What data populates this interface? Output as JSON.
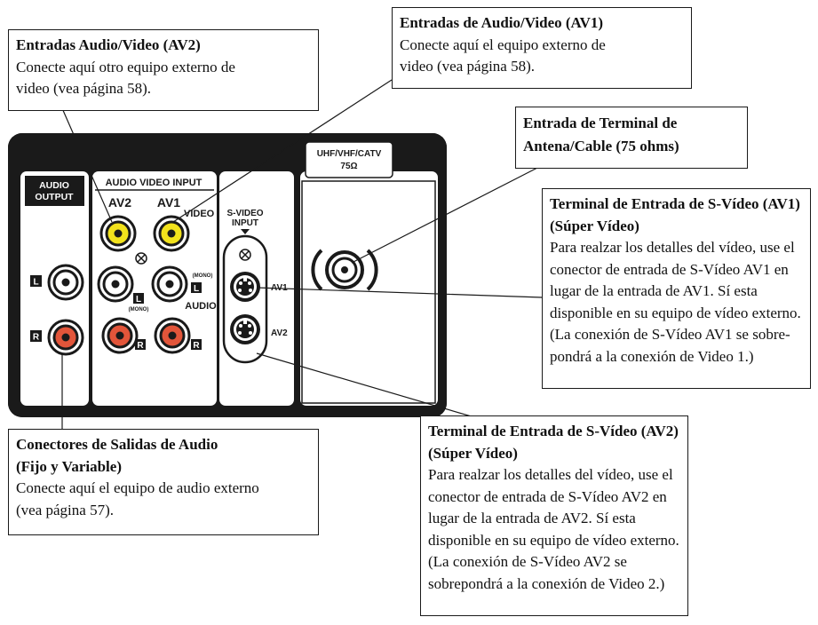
{
  "panel": {
    "audio_output": [
      "AUDIO",
      "OUTPUT"
    ],
    "audio_video_input": "AUDIO  VIDEO  INPUT",
    "av2": "AV2",
    "av1": "AV1",
    "video": "VIDEO",
    "s_video_input": [
      "S-VIDEO",
      "INPUT"
    ],
    "s_av1": "AV1",
    "s_av2": "AV2",
    "l": "L",
    "r": "R",
    "mono": "(MONO)",
    "audio": "AUDIO",
    "uhf": [
      "UHF/VHF/CATV",
      "75Ω"
    ]
  },
  "callouts": {
    "av2_inputs": {
      "title": "Entradas Audio/Video (AV2)",
      "lines": [
        "Conecte aquí otro equipo externo de",
        "video (vea página 58)."
      ]
    },
    "av1_inputs": {
      "title": "Entradas de Audio/Video (AV1)",
      "lines": [
        "Conecte aquí el equipo externo de",
        "video (vea página 58)."
      ]
    },
    "antenna": {
      "title_lines": [
        "Entrada de Terminal de",
        "Antena/Cable (75 ohms)"
      ]
    },
    "svideo_av1": {
      "title_lines": [
        "Terminal de Entrada de S-Vídeo (AV1)",
        "(Súper Vídeo)"
      ],
      "lines": [
        "Para realzar los detalles del vídeo, use el",
        "conector de entrada de S-Vídeo AV1 en",
        "lugar de la entrada de AV1. Sí esta",
        "disponible en su equipo de vídeo externo.",
        "(La conexión de S-Vídeo AV1 se sobre-",
        "pondrá a la conexión de Video 1.)"
      ]
    },
    "audio_outputs": {
      "title_lines": [
        "Conectores de Salidas de Audio",
        "(Fijo y Variable)"
      ],
      "lines": [
        "Conecte aquí el equipo de audio externo",
        "(vea página 57)."
      ]
    },
    "svideo_av2": {
      "title_lines": [
        "Terminal de Entrada de S-Vídeo (AV2)",
        "(Súper Vídeo)"
      ],
      "lines": [
        "Para realzar los detalles del vídeo, use el",
        "conector de entrada de S-Vídeo AV2 en",
        "lugar de la entrada de AV2. Sí esta",
        "disponible en su equipo de vídeo externo.",
        "(La conexión de S-Vídeo AV2 se",
        "sobrepondrá a la conexión de Video 2.)"
      ]
    }
  },
  "colors": {
    "panel": "#1a1a1a",
    "video_jack": "#f2e21c",
    "audio_r_jack": "#e2553a",
    "audio_l_jack": "#ffffff"
  }
}
